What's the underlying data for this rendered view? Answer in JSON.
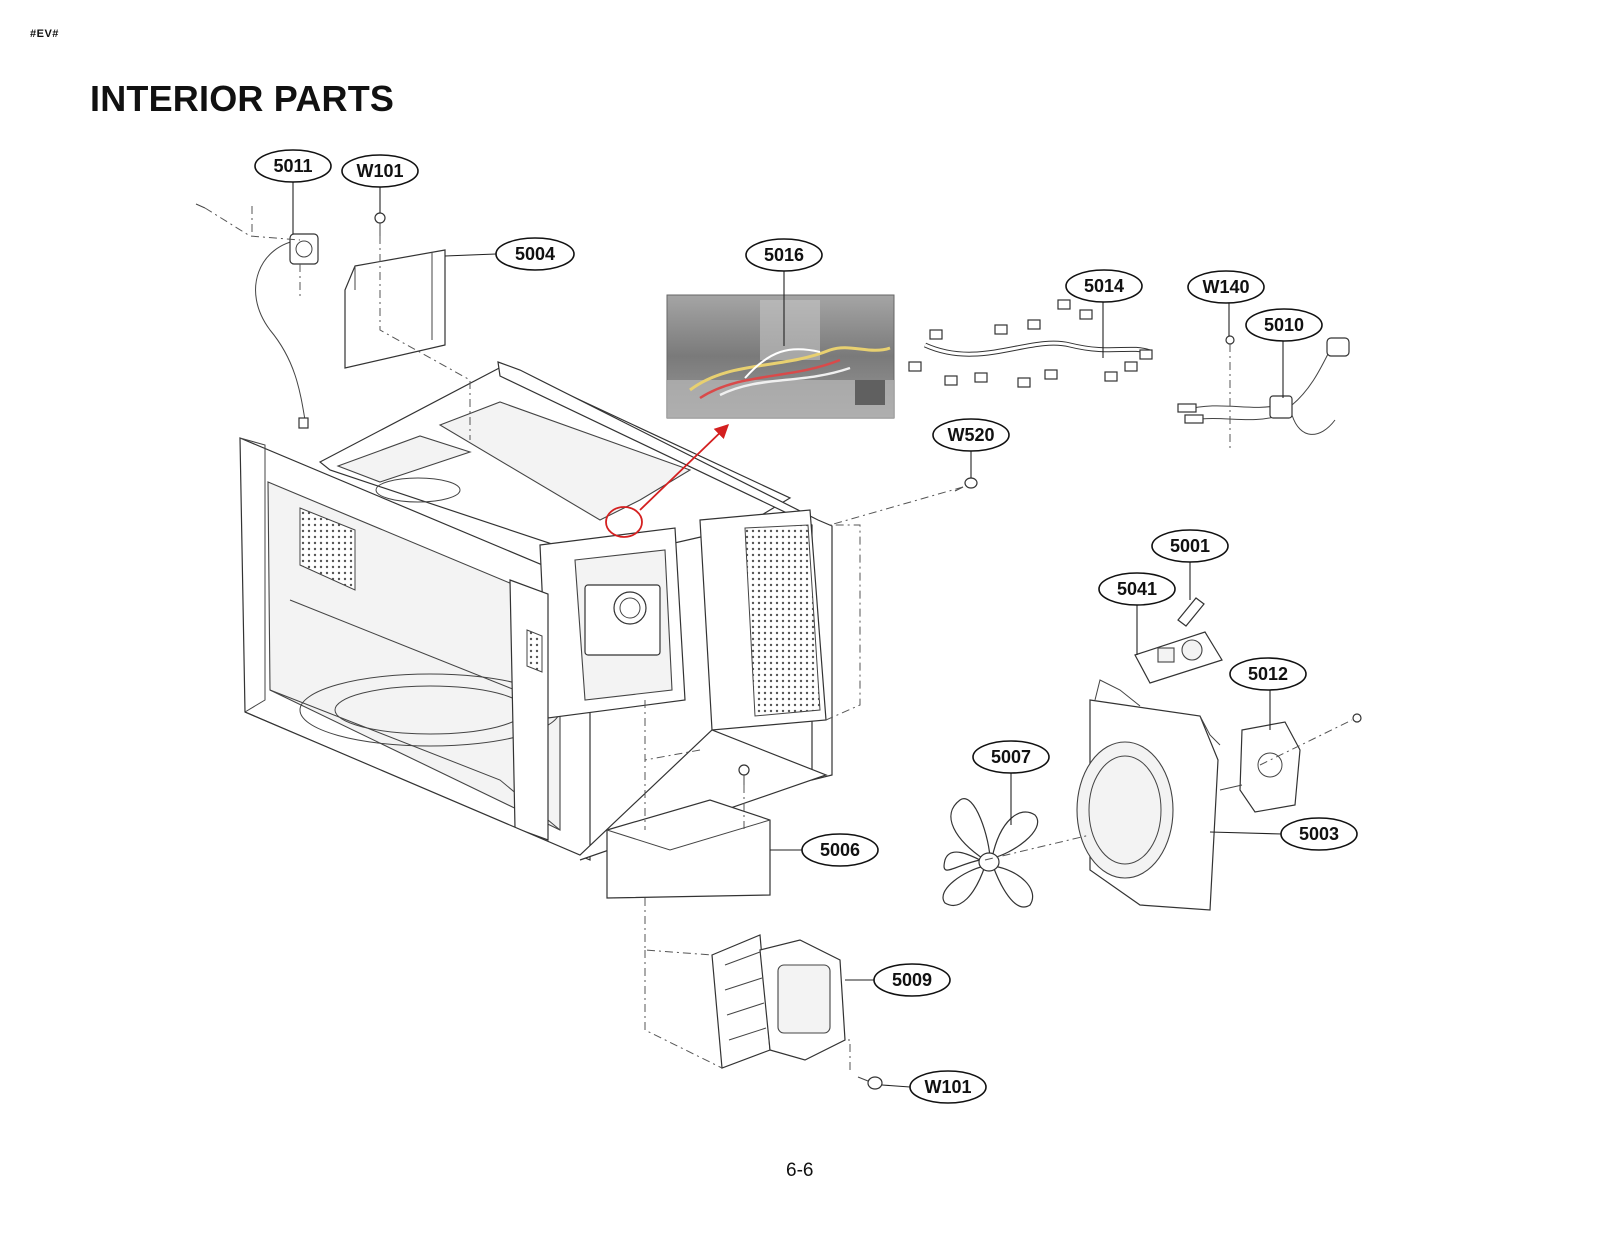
{
  "header": {
    "corner_tag": "#EV#",
    "title": "INTERIOR PARTS"
  },
  "footer": {
    "page_number": "6-6"
  },
  "callouts": {
    "c5011": "5011",
    "cW101_top": "W101",
    "c5004": "5004",
    "c5016": "5016",
    "c5014": "5014",
    "cW140": "W140",
    "c5010": "5010",
    "cW520": "W520",
    "c5001": "5001",
    "c5041": "5041",
    "c5012": "5012",
    "c5007": "5007",
    "c5003": "5003",
    "c5006": "5006",
    "c5009": "5009",
    "cW101_bottom": "W101"
  },
  "colors": {
    "highlight": "#d42020",
    "line": "#333333",
    "photo_bg": "#8c8c8c"
  }
}
